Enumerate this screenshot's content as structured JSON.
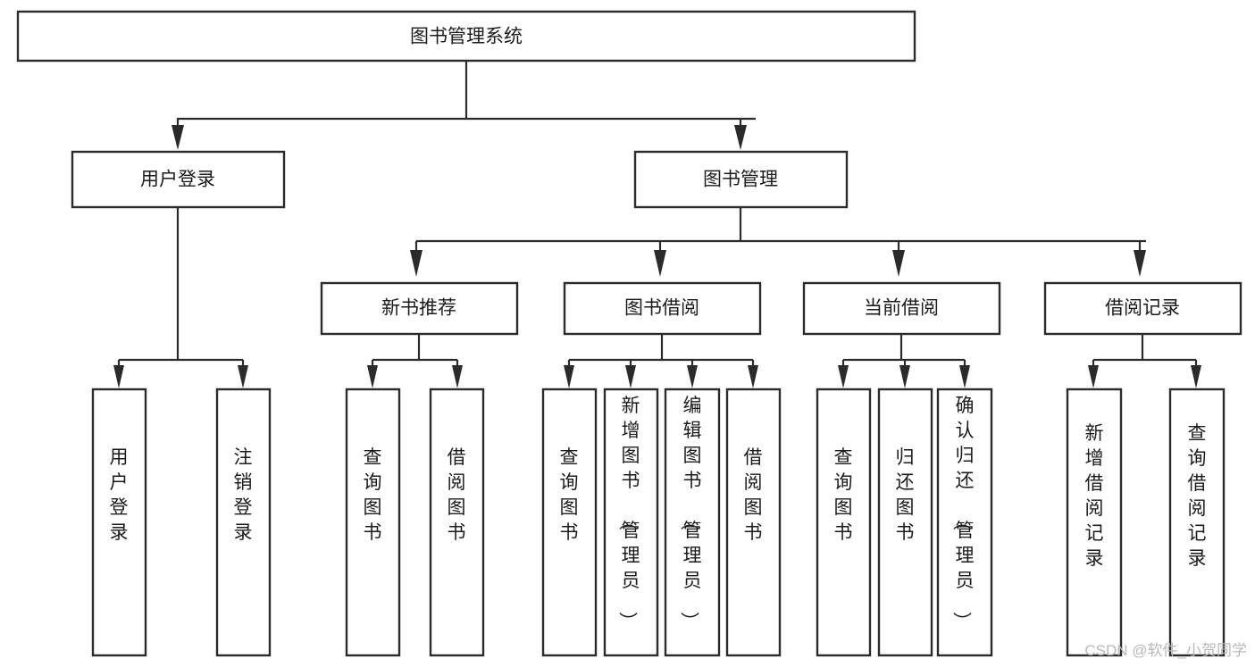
{
  "diagram": {
    "title": "图书管理系统",
    "type": "function-structure-tree",
    "watermark": "CSDN @软件_小贺同学",
    "levels": {
      "root": {
        "label": "图书管理系统"
      },
      "level2": [
        {
          "id": "user-login",
          "label": "用户登录"
        },
        {
          "id": "book-management",
          "label": "图书管理"
        }
      ],
      "level3": [
        {
          "id": "new-book-recommend",
          "label": "新书推荐",
          "parent": "book-management"
        },
        {
          "id": "book-borrow",
          "label": "图书借阅",
          "parent": "book-management"
        },
        {
          "id": "current-borrow",
          "label": "当前借阅",
          "parent": "book-management"
        },
        {
          "id": "borrow-record",
          "label": "借阅记录",
          "parent": "book-management"
        }
      ],
      "leaves": [
        {
          "id": "leaf-user-login",
          "label": "用户登录",
          "parent": "user-login"
        },
        {
          "id": "leaf-logout-login",
          "label": "注销登录",
          "parent": "user-login"
        },
        {
          "id": "leaf-query-book-1",
          "label": "查询图书",
          "parent": "new-book-recommend"
        },
        {
          "id": "leaf-borrow-book-1",
          "label": "借阅图书",
          "parent": "new-book-recommend"
        },
        {
          "id": "leaf-query-book-2",
          "label": "查询图书",
          "parent": "book-borrow"
        },
        {
          "id": "leaf-add-book",
          "label": "新增图书（管理员）",
          "parent": "book-borrow"
        },
        {
          "id": "leaf-edit-book",
          "label": "编辑图书（管理员）",
          "parent": "book-borrow"
        },
        {
          "id": "leaf-borrow-book-2",
          "label": "借阅图书",
          "parent": "book-borrow"
        },
        {
          "id": "leaf-query-book-3",
          "label": "查询图书",
          "parent": "current-borrow"
        },
        {
          "id": "leaf-return-book",
          "label": "归还图书",
          "parent": "current-borrow"
        },
        {
          "id": "leaf-confirm-return",
          "label": "确认归还（管理员）",
          "parent": "current-borrow"
        },
        {
          "id": "leaf-add-record",
          "label": "新增借阅记录",
          "parent": "borrow-record"
        },
        {
          "id": "leaf-query-record",
          "label": "查询借阅记录",
          "parent": "borrow-record"
        }
      ]
    },
    "colors": {
      "node_fill": "#ffffff",
      "node_stroke": "#2b2b2b",
      "text": "#1b1b1b",
      "watermark": "#b9b9b9",
      "background": "#ffffff"
    }
  }
}
